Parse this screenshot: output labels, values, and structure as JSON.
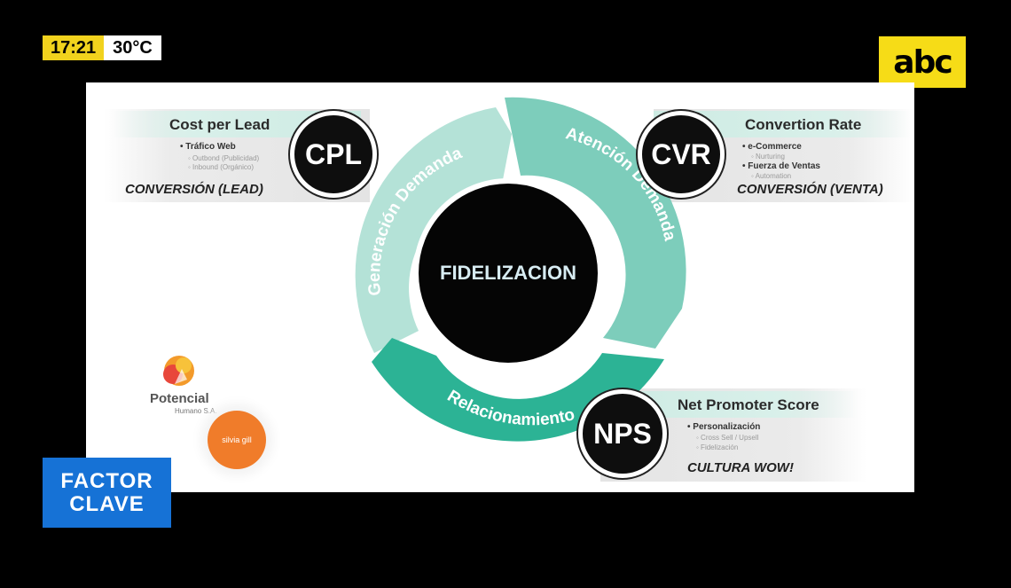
{
  "overlay": {
    "time": "17:21",
    "temperature": "30°C",
    "channel_logo": "abc",
    "show_name_line1": "FACTOR",
    "show_name_line2": "CLAVE"
  },
  "slide": {
    "center": "FIDELIZACION",
    "cycle": {
      "stage1": "Generación Demanda",
      "stage2": "Atención Demanda",
      "stage3": "Relacionamiento"
    },
    "cpl": {
      "title": "Cost per Lead",
      "acronym": "CPL",
      "item1": "• Tráfico Web",
      "item1a": "◦ Outbond (Publicidad)",
      "item1b": "◦ Inbound (Orgánico)",
      "conversion": "CONVERSIÓN (LEAD)"
    },
    "cvr": {
      "title": "Convertion Rate",
      "acronym": "CVR",
      "item1": "• e-Commerce",
      "item1a": "◦ Nurturing",
      "item2": "• Fuerza de Ventas",
      "item2a": "◦ Automation",
      "conversion": "CONVERSIÓN (VENTA)"
    },
    "nps": {
      "title": "Net Promoter Score",
      "acronym": "NPS",
      "item1": "• Personalización",
      "item1a": "◦ Cross Sell / Upsell",
      "item1b": "◦ Fidelización",
      "conversion": "CULTURA WOW!"
    },
    "logos": {
      "company": "Potencial",
      "company_sub": "Humano S.A.",
      "badge": "silvia gill"
    }
  },
  "colors": {
    "arc_light": "#b3e3d8",
    "arc_mid": "#7fcfbe",
    "arc_dark": "#2bb496",
    "tag_yellow": "#f1d21d",
    "show_blue": "#1672d6"
  }
}
